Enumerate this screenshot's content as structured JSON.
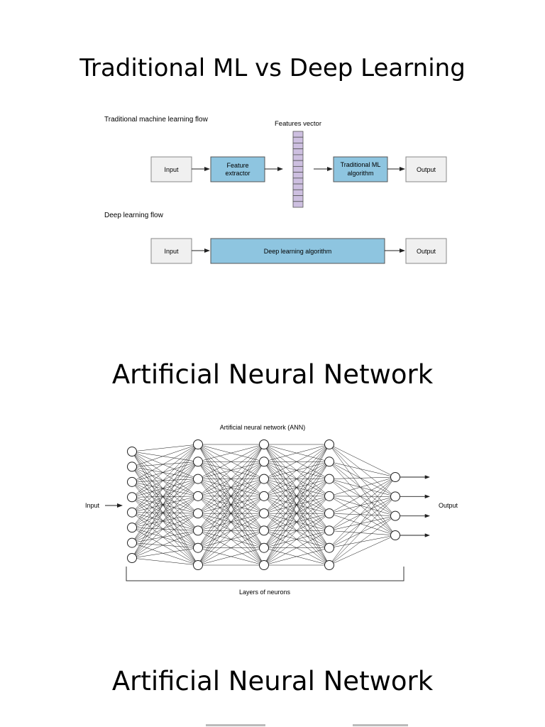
{
  "titles": {
    "ml_vs_dl": "Traditional ML vs Deep Learning",
    "ann_1": "Artificial Neural Network",
    "ann_2": "Artificial Neural Network"
  },
  "ml_diagram": {
    "traditional_flow_label": "Traditional machine learning flow",
    "features_vector_label": "Features vector",
    "input_label": "Input",
    "feature_extractor_line1": "Feature",
    "feature_extractor_line2": "extractor",
    "traditional_algo_line1": "Traditional ML",
    "traditional_algo_line2": "algorithm",
    "output_label": "Output",
    "deep_flow_label": "Deep learning flow",
    "deep_input_label": "Input",
    "deep_algo_label": "Deep learning algorithm",
    "deep_output_label": "Output",
    "colors": {
      "blue_box": "#8ec5e0",
      "gray_box": "#f0f0f0",
      "vector": "#cdbfe0"
    }
  },
  "ann_diagram": {
    "title": "Artificial neural network (ANN)",
    "input_label": "Input",
    "output_label": "Output",
    "layers_label": "Layers of neurons",
    "layer_neuron_counts": [
      8,
      8,
      8,
      8,
      4
    ]
  }
}
